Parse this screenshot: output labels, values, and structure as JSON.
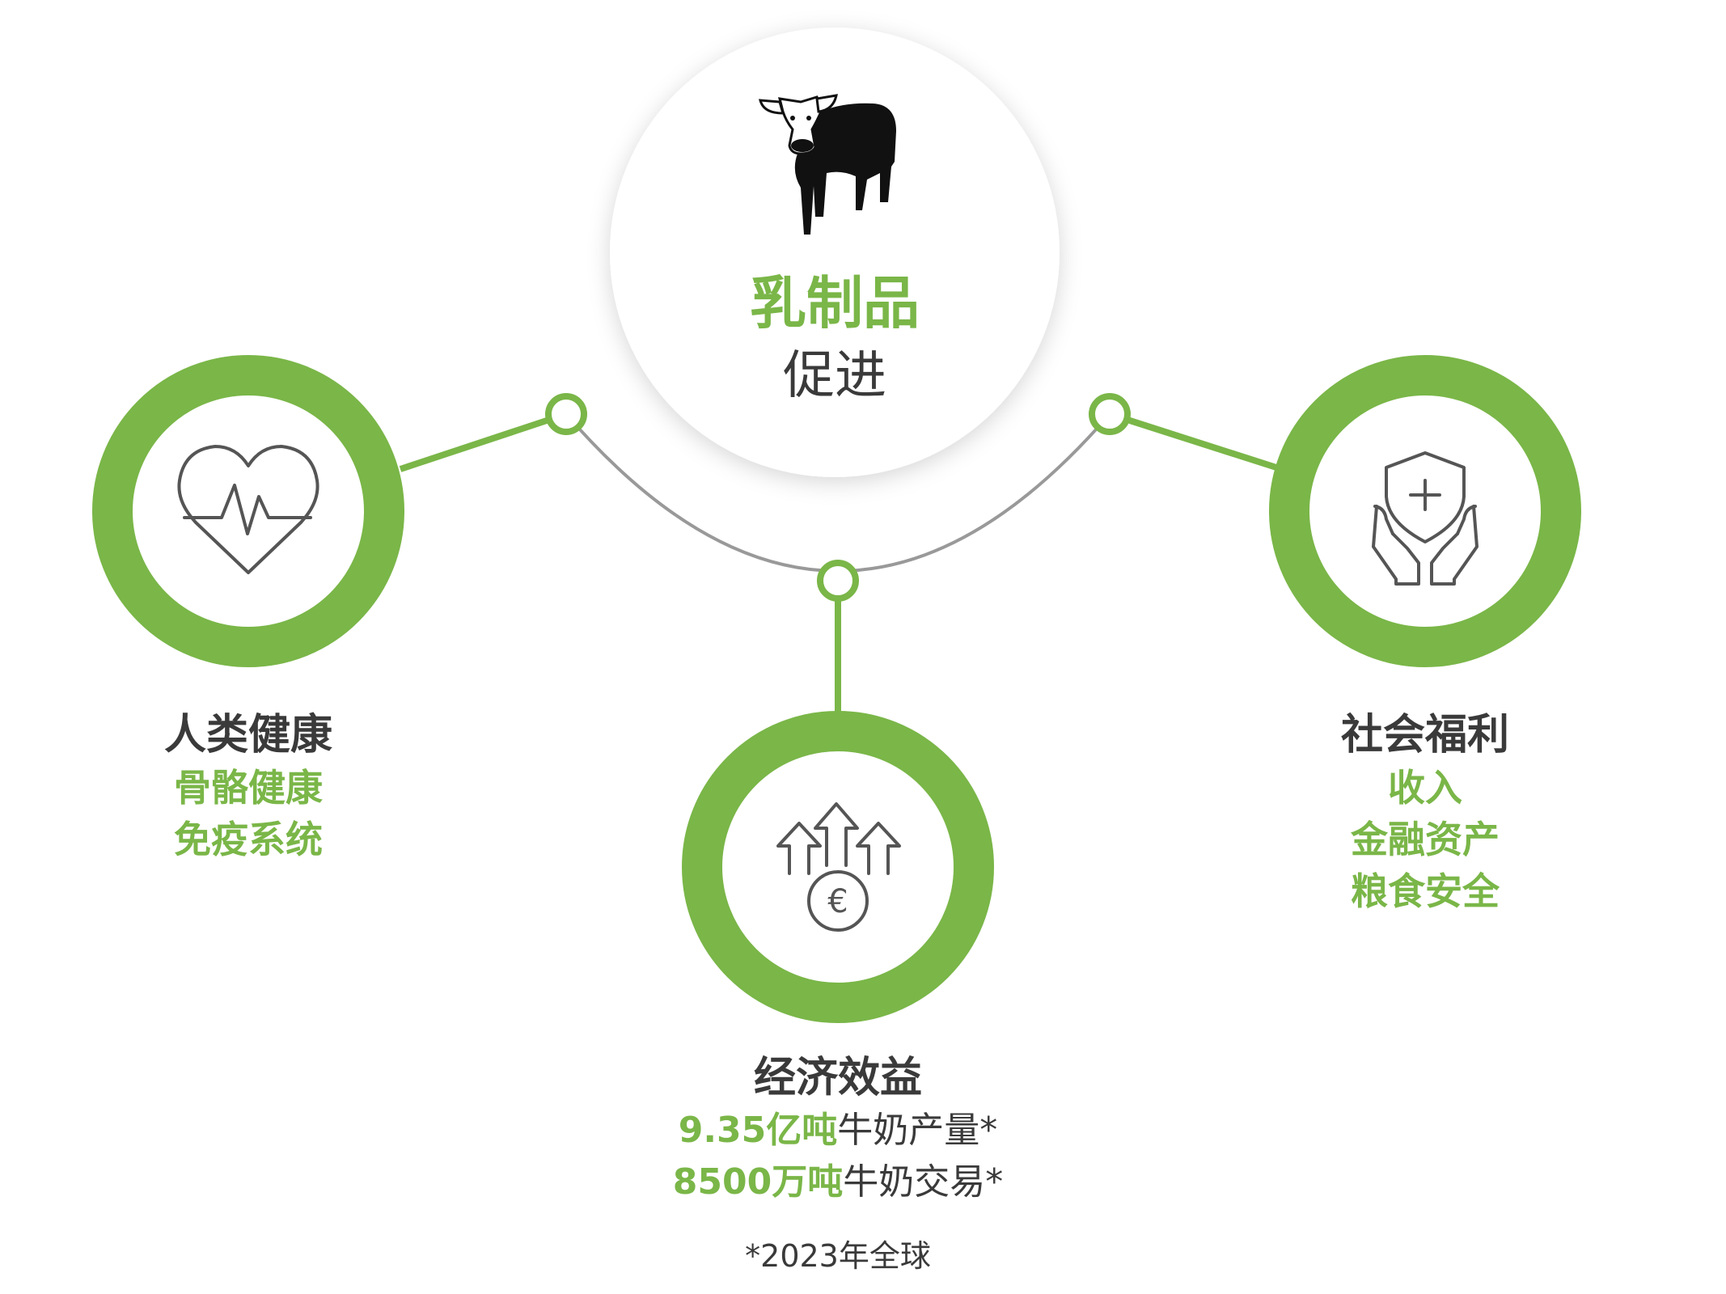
{
  "center": {
    "title": "乳制品",
    "subtitle": "促进",
    "icon": "cow-icon"
  },
  "health": {
    "title": "人类健康",
    "items": [
      "骨骼健康",
      "免疫系统"
    ],
    "icon": "heart-pulse-icon"
  },
  "economy": {
    "title": "经济效益",
    "line1": {
      "value": "9.35亿吨",
      "text": "牛奶产量*"
    },
    "line2": {
      "value": "8500万吨",
      "text": "牛奶交易*"
    },
    "icon": "euro-growth-arrows-icon"
  },
  "welfare": {
    "title": "社会福利",
    "items": [
      "收入",
      "金融资产",
      "粮食安全"
    ],
    "icon": "protective-hands-shield-icon"
  },
  "footnote": "*2023年全球",
  "colors": {
    "accent": "#7ab648",
    "text": "#3a3a3a",
    "icon_stroke": "#555555",
    "arc": "#999999"
  }
}
